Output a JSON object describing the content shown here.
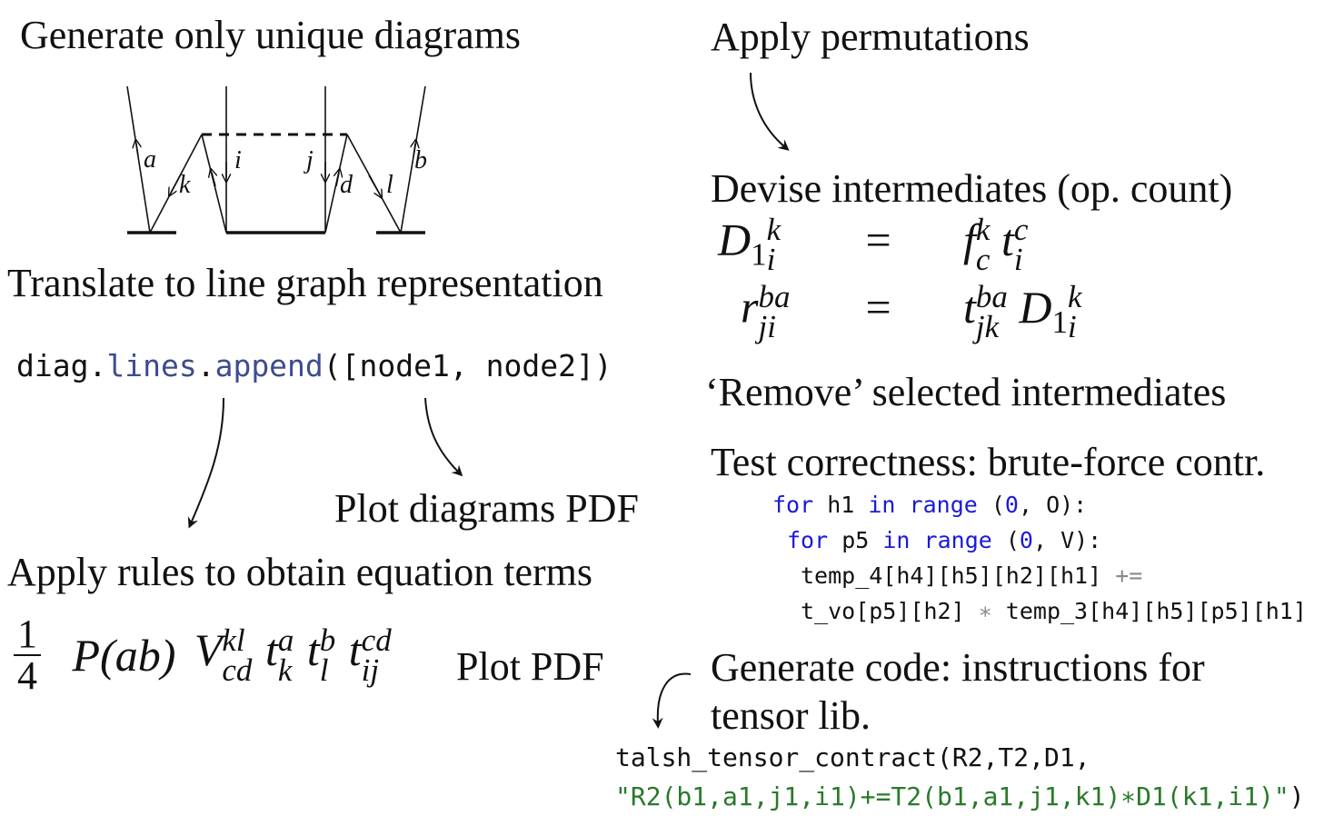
{
  "headings": {
    "generate_unique": "Generate only unique diagrams",
    "translate": "Translate to line graph representation",
    "plot_diagrams": "Plot diagrams PDF",
    "apply_rules": "Apply rules to obtain equation terms",
    "plot_pdf": "Plot PDF",
    "apply_permutations": "Apply permutations",
    "devise_intermediates": "Devise intermediates (op. count)",
    "remove_intermediates": "‘Remove’ selected intermediates",
    "test_correctness": "Test correctness: brute-force contr.",
    "generate_code_line1": "Generate code: instructions for",
    "generate_code_line2": "tensor lib."
  },
  "diagram_labels": {
    "a": "a",
    "k": "k",
    "i": "i",
    "j": "j",
    "d": "d",
    "l": "l",
    "b": "b"
  },
  "code_line_graph": {
    "obj": "diag",
    "dot1": ".",
    "attr1": "lines",
    "dot2": ".",
    "method": "append",
    "args": "([node1, node2])"
  },
  "equation_term": {
    "frac_num": "1",
    "frac_den": "4",
    "perm": "P(ab)",
    "V": "V",
    "V_sup": "kl",
    "V_sub": "cd",
    "t1": "t",
    "t1_sup": "a",
    "t1_sub": "k",
    "t2": "t",
    "t2_sup": "b",
    "t2_sub": "l",
    "t3": "t",
    "t3_sup": "cd",
    "t3_sub": "ij"
  },
  "intermediates": {
    "row1": {
      "lhs": "D",
      "lhs_idx": "1",
      "lhs_sup": "k",
      "lhs_sub": "i",
      "eq": "=",
      "f": "f",
      "f_sup": "k",
      "f_sub": "c",
      "t": "t",
      "t_sup": "c",
      "t_sub": "i"
    },
    "row2": {
      "lhs": "r",
      "lhs_sup": "ba",
      "lhs_sub": "ji",
      "eq": "=",
      "t": "t",
      "t_sup": "ba",
      "t_sub": "jk",
      "D": "D",
      "D_idx": "1",
      "D_sup": "k",
      "D_sub": "i"
    }
  },
  "brute_force_code": {
    "line1": {
      "kw1": "for",
      "var": " h1 ",
      "kw2": "in",
      "kw3": " range",
      "open": " (",
      "num": "0",
      "rest": ", O):"
    },
    "line2": {
      "kw1": "for",
      "var": " p5 ",
      "kw2": "in",
      "kw3": " range",
      "open": " (",
      "num": "0",
      "rest": ", V):"
    },
    "line3": {
      "text": "temp_4[h4][h5][h2][h1] ",
      "op": "+="
    },
    "line4": {
      "text1": "t_vo[p5][h2] ",
      "op": "∗",
      "text2": " temp_3[h4][h5][p5][h1]"
    }
  },
  "generated_code": {
    "line1": "talsh_tensor_contract(R2,T2,D1,",
    "line2_str": "\"R2(b1,a1,j1,i1)+=T2(b1,a1,j1,k1)∗D1(k1,i1)\"",
    "line2_close": ")"
  }
}
